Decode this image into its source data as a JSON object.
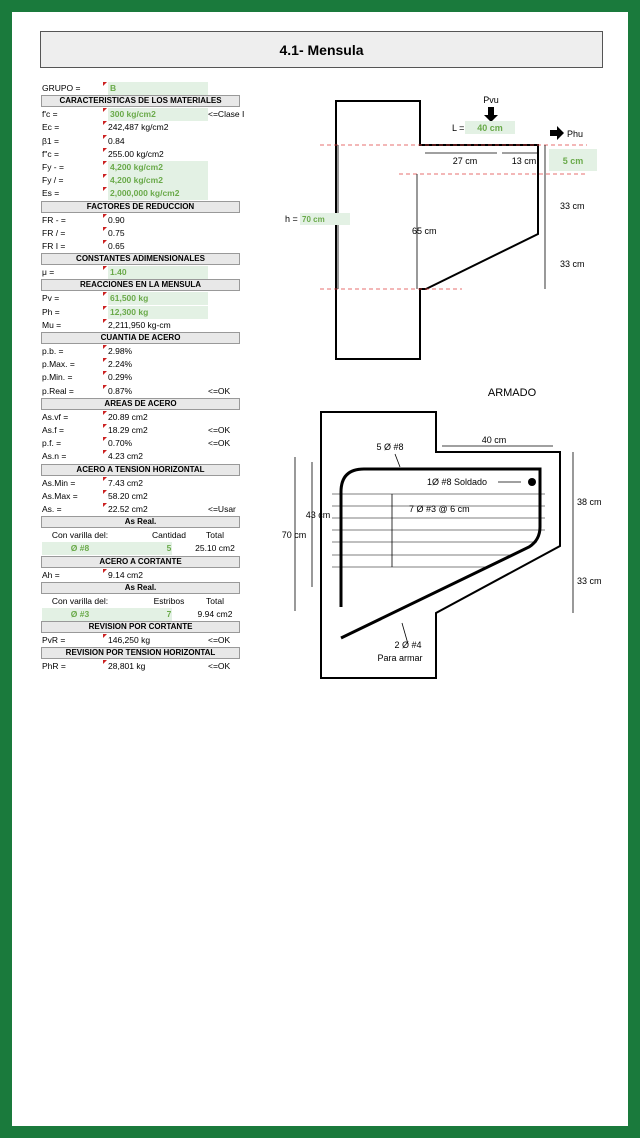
{
  "title": "4.1- Mensula",
  "grupo": {
    "label": "GRUPO =",
    "value": "B"
  },
  "sections": {
    "materiales": "CARACTERISTICAS DE LOS MATERIALES",
    "reduccion": "FACTORES DE REDUCCION",
    "adimensionales": "CONSTANTES ADIMENSIONALES",
    "reacciones": "REACCIONES EN LA MENSULA",
    "cuantia": "CUANTIA DE ACERO",
    "areas": "AREAS DE ACERO",
    "tension": "ACERO A TENSION HORIZONTAL",
    "asreal1": "As Real.",
    "cortante": "ACERO A CORTANTE",
    "asreal2": "As Real.",
    "revcortante": "REVISION POR CORTANTE",
    "revtension": "REVISION POR TENSION HORIZONTAL"
  },
  "materiales": [
    {
      "label": "f'c =",
      "value": "300 kg/cm2",
      "note": "<=Clase I",
      "green": true
    },
    {
      "label": "Ec =",
      "value": "242,487 kg/cm2",
      "note": "",
      "green": false
    },
    {
      "label": "β1 =",
      "value": "0.84",
      "note": "",
      "green": false
    },
    {
      "label": "f\"c =",
      "value": "255.00 kg/cm2",
      "note": "",
      "green": false
    },
    {
      "label": "Fy - =",
      "value": "4,200 kg/cm2",
      "note": "",
      "green": true
    },
    {
      "label": "Fy / =",
      "value": "4,200 kg/cm2",
      "note": "",
      "green": true
    },
    {
      "label": "Es =",
      "value": "2,000,000 kg/cm2",
      "note": "",
      "green": true
    }
  ],
  "reduccion": [
    {
      "label": "FR - =",
      "value": "0.90"
    },
    {
      "label": "FR / =",
      "value": "0.75"
    },
    {
      "label": "FR I =",
      "value": "0.65"
    }
  ],
  "adimensionales": [
    {
      "label": "μ =",
      "value": "1.40"
    }
  ],
  "reacciones": [
    {
      "label": "Pv =",
      "value": "61,500 kg",
      "green": true
    },
    {
      "label": "Ph =",
      "value": "12,300 kg",
      "green": true
    },
    {
      "label": "Mu =",
      "value": "2,211,950 kg-cm",
      "green": false
    }
  ],
  "cuantia": [
    {
      "label": "p.b. =",
      "value": "2.98%",
      "note": ""
    },
    {
      "label": "p.Max. =",
      "value": "2.24%",
      "note": ""
    },
    {
      "label": "p.Min. =",
      "value": "0.29%",
      "note": ""
    },
    {
      "label": "p.Real =",
      "value": "0.87%",
      "note": "<=OK"
    }
  ],
  "areas": [
    {
      "label": "As.vf =",
      "value": "20.89 cm2",
      "note": ""
    },
    {
      "label": "As.f =",
      "value": "18.29 cm2",
      "note": "<=OK"
    },
    {
      "label": "p.f. =",
      "value": "0.70%",
      "note": "<=OK"
    },
    {
      "label": "As.n =",
      "value": "4.23 cm2",
      "note": ""
    }
  ],
  "tension": [
    {
      "label": "As.Min =",
      "value": "7.43 cm2",
      "note": ""
    },
    {
      "label": "As.Max =",
      "value": "58.20 cm2",
      "note": ""
    },
    {
      "label": "As. =",
      "value": "22.52 cm2",
      "note": "<=Usar"
    }
  ],
  "asreal1": {
    "col1": "Con varilla del:",
    "col2": "Cantidad",
    "col3": "Total",
    "v1": "Ø #8",
    "v2": "5",
    "v3": "25.10 cm2"
  },
  "cortante": [
    {
      "label": "Ah =",
      "value": "9.14 cm2"
    }
  ],
  "asreal2": {
    "col1": "Con varilla del:",
    "col2": "Estribos",
    "col3": "Total",
    "v1": "Ø #3",
    "v2": "7",
    "v3": "9.94 cm2"
  },
  "revcortante": {
    "label": "PvR =",
    "value": "146,250 kg",
    "note": "<=OK"
  },
  "revtension": {
    "label": "PhR =",
    "value": "28,801 kg",
    "note": "<=OK"
  },
  "diagram1": {
    "pvu": "Pvu",
    "phu": "Phu",
    "l_label": "L =",
    "l_value": "40 cm",
    "d27": "27 cm",
    "d13": "13 cm",
    "d5": "5 cm",
    "d33a": "33 cm",
    "d33b": "33 cm",
    "d65": "65 cm",
    "h_label": "h =",
    "h_value": "70 cm"
  },
  "diagram2": {
    "title": "ARMADO",
    "d40": "40 cm",
    "bar_top": "5 Ø #8",
    "soldado": "1Ø #8 Soldado",
    "estribos": "7    Ø #3 @    6 cm",
    "d43": "43 cm",
    "d70": "70 cm",
    "d38": "38 cm",
    "d33": "33 cm",
    "bar_bottom": "2 Ø #4",
    "para_armar": "Para armar"
  },
  "colors": {
    "frame": "#1a7a3c",
    "highlight": "#e3f1e4",
    "highlight_text": "#6aaa4a",
    "dash": "#e04040"
  }
}
